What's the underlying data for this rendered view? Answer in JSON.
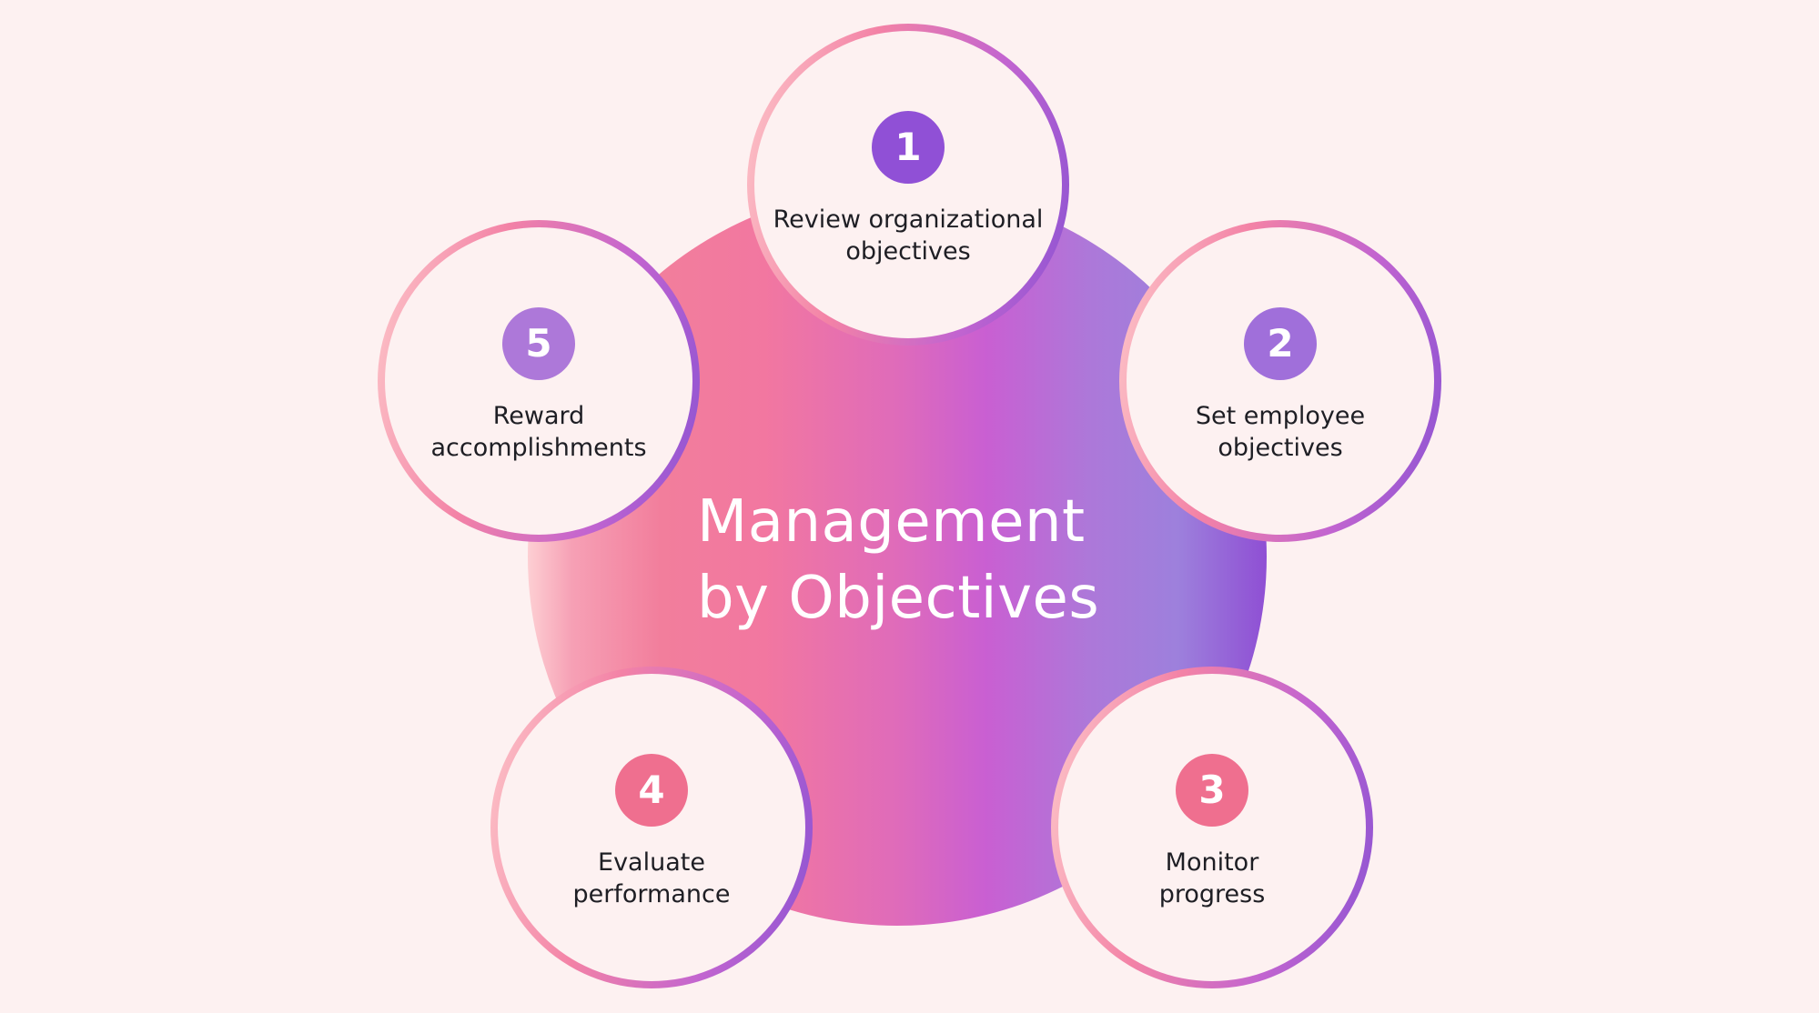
{
  "title": "Management\nby Objectives",
  "colors": {
    "background": "#fdf1f1",
    "badge_1": "#9050d6",
    "badge_2": "#a06fda",
    "badge_3": "#ef6f8f",
    "badge_4": "#ef6f8f",
    "badge_5": "#ad78d9"
  },
  "steps": [
    {
      "number": "1",
      "label": "Review organizational\nobjectives"
    },
    {
      "number": "2",
      "label": "Set employee\nobjectives"
    },
    {
      "number": "3",
      "label": "Monitor\nprogress"
    },
    {
      "number": "4",
      "label": "Evaluate\nperformance"
    },
    {
      "number": "5",
      "label": "Reward\naccomplishments"
    }
  ]
}
